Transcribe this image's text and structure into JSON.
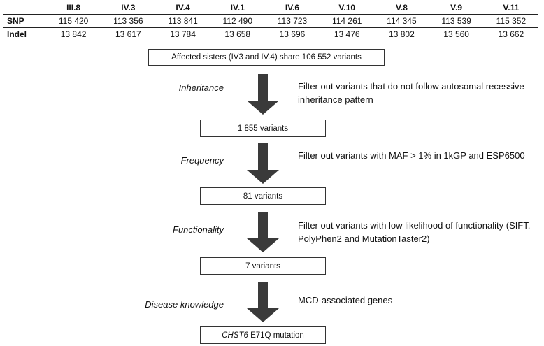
{
  "table": {
    "columns": [
      "III.8",
      "IV.3",
      "IV.4",
      "IV.1",
      "IV.6",
      "V.10",
      "V.8",
      "V.9",
      "V.11"
    ],
    "rows": [
      {
        "label": "SNP",
        "values": [
          "115 420",
          "113 356",
          "113 841",
          "112 490",
          "113 723",
          "114 261",
          "114 345",
          "113 539",
          "115 352"
        ]
      },
      {
        "label": "Indel",
        "values": [
          "13 842",
          "13 617",
          "13 784",
          "13 658",
          "13 696",
          "13 476",
          "13 802",
          "13 560",
          "13 662"
        ]
      }
    ]
  },
  "flow": {
    "start": "Affected sisters (IV3 and IV.4) share 106 552 variants",
    "steps": [
      {
        "label": "Inheritance",
        "description": "Filter out variants that do not follow autosomal recessive inheritance pattern",
        "result": "1 855 variants"
      },
      {
        "label": "Frequency",
        "description": "Filter out variants with MAF > 1% in 1kGP and ESP6500",
        "result": "81 variants"
      },
      {
        "label": "Functionality",
        "description": "Filter out variants with low likelihood of functionality (SIFT, PolyPhen2 and MutationTaster2)",
        "result": "7 variants"
      },
      {
        "label": "Disease knowledge",
        "description": "MCD-associated genes"
      }
    ],
    "final": {
      "gene": "CHST6",
      "mutation": " E71Q mutation"
    }
  },
  "colors": {
    "arrow": "#3a3a3a",
    "border": "#333333"
  }
}
